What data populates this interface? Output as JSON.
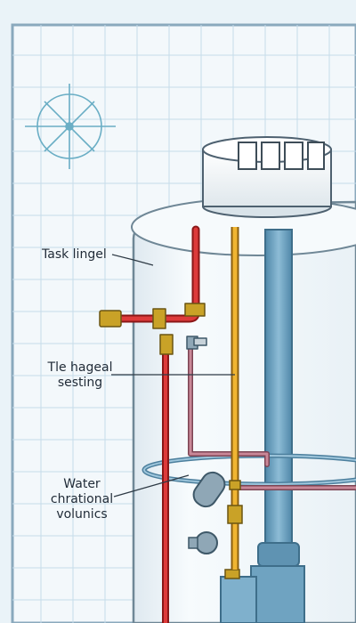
{
  "labels": {
    "tank": "Task lingel",
    "heat_line1": "Tle hageal",
    "heat_line2": "sesting",
    "water_line1": "Water",
    "water_line2": "chrational",
    "water_line3": "volunics"
  },
  "colors": {
    "background": "#eaf3f8",
    "grid": "#c6dcea",
    "tank_body": "#f4f8fb",
    "tank_outline": "#6f8796",
    "hot_pipe": "#cc2a2a",
    "gas_pipe": "#e3a623",
    "cold_pipe": "#6fa3c1",
    "return_pipe": "#b06878",
    "brass": "#c9a227"
  },
  "icons": [
    "compass-star-icon",
    "control-unit-icon"
  ]
}
